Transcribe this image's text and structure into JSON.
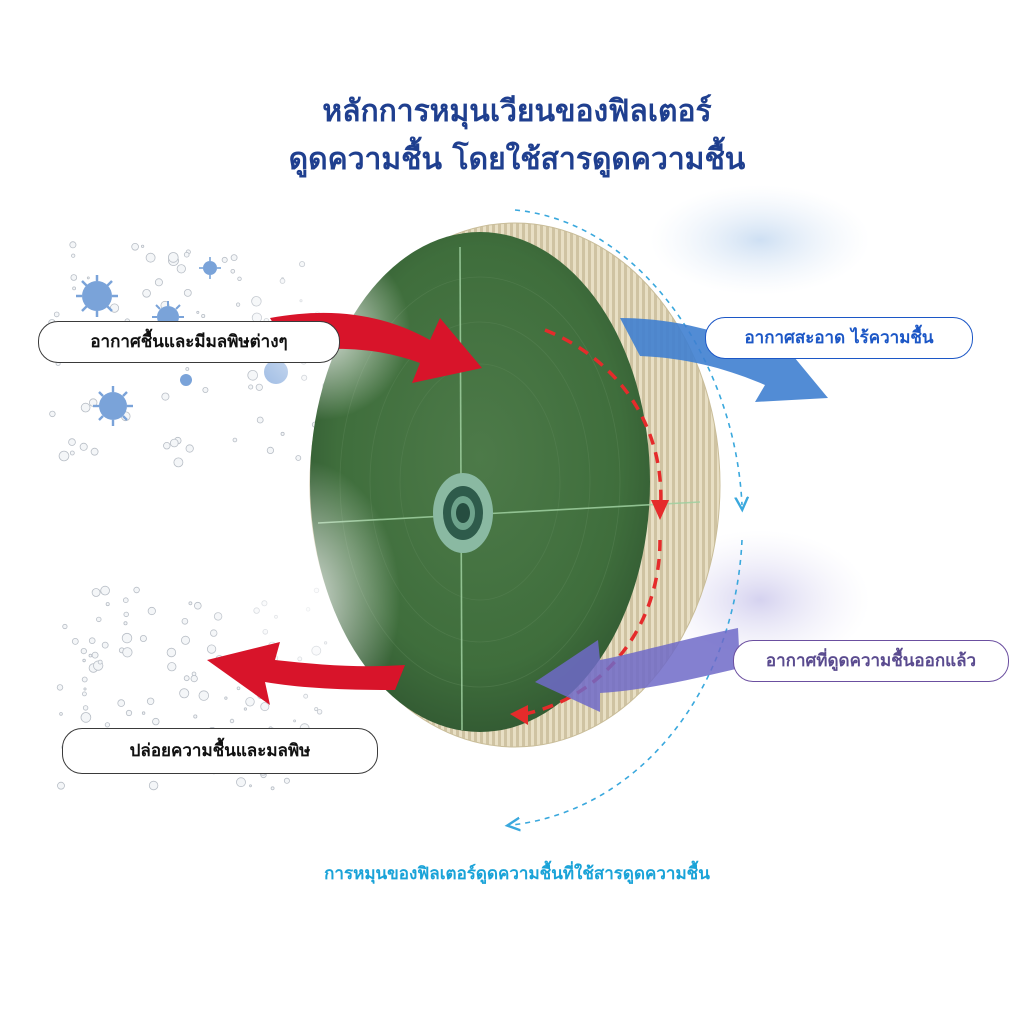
{
  "title": {
    "line1": "หลักการหมุนเวียนของฟิลเตอร์",
    "line2": "ดูดความชื้น โดยใช้สารดูดความชื้น"
  },
  "labels": {
    "humid_polluted_air": "อากาศชื้นและมีมลพิษต่างๆ",
    "clean_dry_air": "อากาศสะอาด ไร้ความชื้น",
    "dehumidified_air": "อากาศที่ดูดความชื้นออกแล้ว",
    "release_moisture": "ปล่อยความชื้นและมลพิษ"
  },
  "caption": "การหมุนของฟิลเตอร์ดูดความชื้นที่ใช้สารดูดความชื้น",
  "colors": {
    "title": "#1f3f8f",
    "wheel_green": "#3f6e3c",
    "wheel_rim": "#e6dcc0",
    "arrow_red": "#d8142a",
    "arrow_blue": "#3f7fd0",
    "arrow_purple": "#6e6ac8",
    "rotation_dash": "#e52b2b",
    "outer_dash": "#3aa8dd",
    "virus": "#7aa3d9"
  },
  "icons": [
    "virus-icon",
    "water-droplet-icon",
    "filter-wheel-icon"
  ]
}
